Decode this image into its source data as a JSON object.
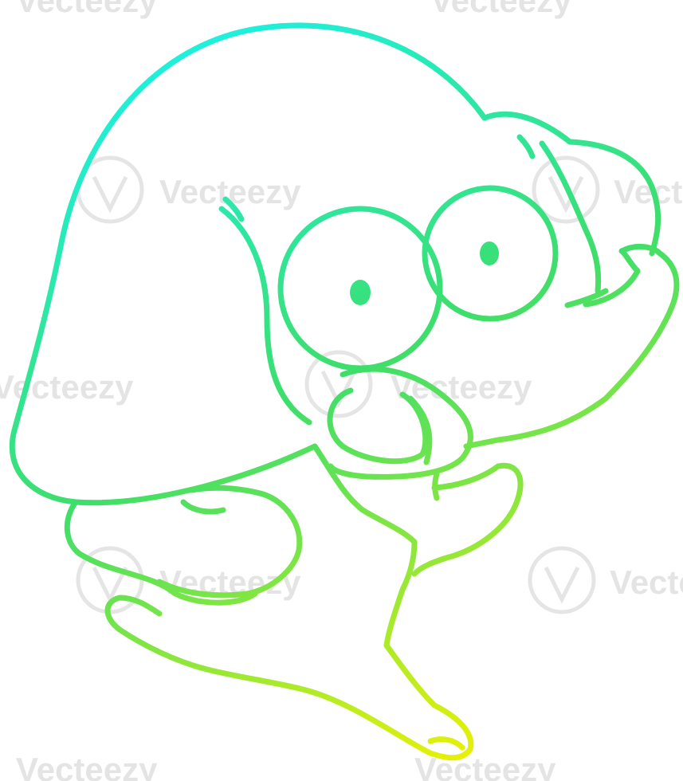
{
  "colors": {
    "background": "#ffffff",
    "line_top": "#18f3f0",
    "line_mid": "#3dde6b",
    "line_bottom": "#f2f200",
    "watermark": "#cfcfcf"
  },
  "watermark": {
    "text": "Vecteezy"
  },
  "illustration": {
    "subject": "cartoon-elephant",
    "style": "line-art-gradient"
  }
}
